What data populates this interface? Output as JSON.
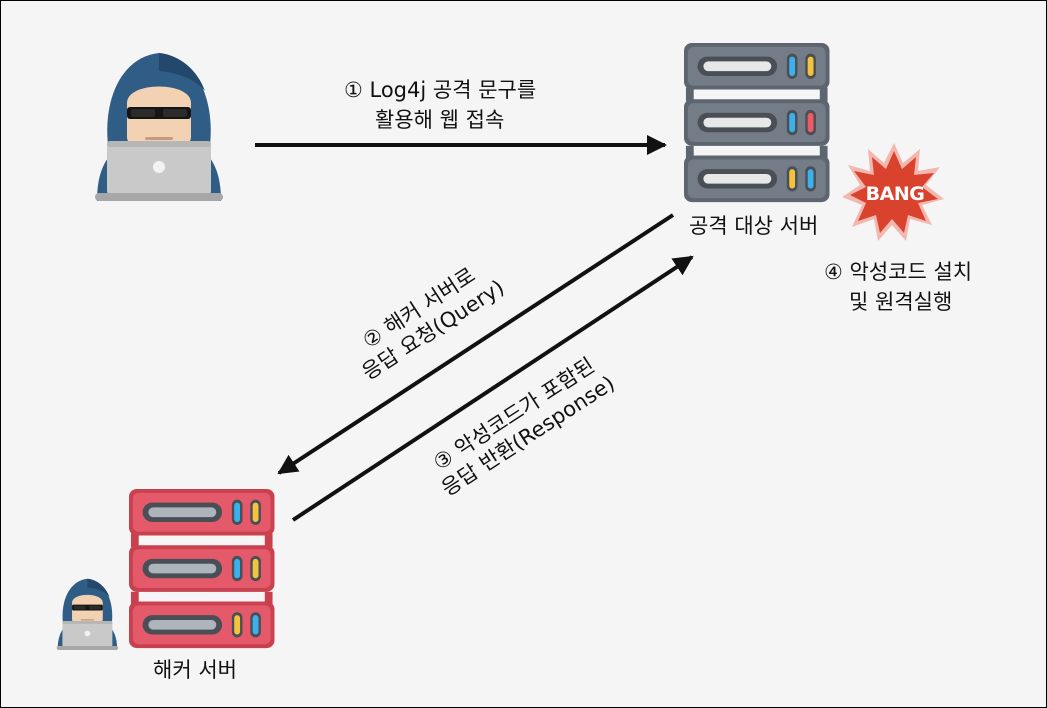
{
  "labels": {
    "step1_line1": "① Log4j 공격 문구를",
    "step1_line2": "활용해 웹 접속",
    "target_server": "공격 대상 서버",
    "bang": "BANG",
    "step4_line1": "④ 악성코드 설치",
    "step4_line2": "및 원격실행",
    "step2_line1": "② 해커 서버로",
    "step2_line2": "응답 요청(Query)",
    "step3_line1": "③ 악성코드가 포함된",
    "step3_line2": "응답 반환(Response)",
    "hacker_server": "해커 서버"
  },
  "colors": {
    "target_server_body": "#6f7883",
    "hacker_server_body": "#e0566a",
    "hood": "#2f5d86",
    "laptop": "#c9c9c9",
    "bang_burst": "#d9432e",
    "bang_outer": "#f2b7ae"
  },
  "icons": [
    "hacker-icon",
    "server-icon",
    "bang-icon"
  ]
}
